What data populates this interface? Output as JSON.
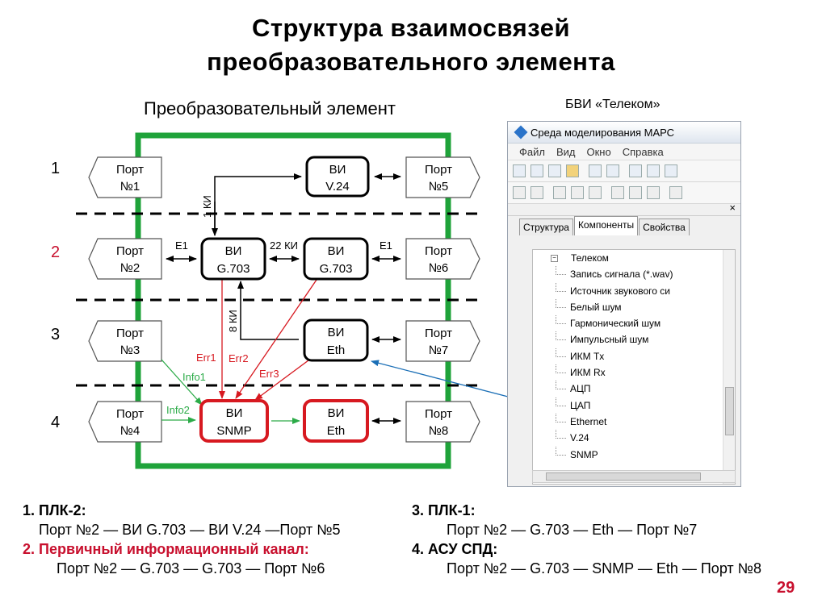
{
  "title": {
    "line1": "Структура взаимосвязей",
    "line2": "преобразовательного элемента"
  },
  "converter_label": "Преобразовательный элемент",
  "bvi_label": "БВИ «Телеком»",
  "diagram": {
    "row_numbers": [
      "1",
      "2",
      "3",
      "4"
    ],
    "row_number_colors": [
      "#000000",
      "#c8102e",
      "#000000",
      "#000000"
    ],
    "ports_left": [
      {
        "l1": "Порт",
        "l2": "№1"
      },
      {
        "l1": "Порт",
        "l2": "№2"
      },
      {
        "l1": "Порт",
        "l2": "№3"
      },
      {
        "l1": "Порт",
        "l2": "№4"
      }
    ],
    "ports_right": [
      {
        "l1": "Порт",
        "l2": "№5"
      },
      {
        "l1": "Порт",
        "l2": "№6"
      },
      {
        "l1": "Порт",
        "l2": "№7"
      },
      {
        "l1": "Порт",
        "l2": "№8"
      }
    ],
    "blocks": {
      "v24": {
        "l1": "ВИ",
        "l2": "V.24"
      },
      "g703_a": {
        "l1": "ВИ",
        "l2": "G.703"
      },
      "g703_b": {
        "l1": "ВИ",
        "l2": "G.703"
      },
      "eth_top": {
        "l1": "ВИ",
        "l2": "Eth"
      },
      "snmp": {
        "l1": "ВИ",
        "l2": "SNMP"
      },
      "eth_bottom": {
        "l1": "ВИ",
        "l2": "Eth"
      }
    },
    "labels": {
      "ki1": "1 КИ",
      "ki22": "22 КИ",
      "ki8": "8 КИ",
      "e1_left": "E1",
      "e1_right": "E1",
      "err1": "Err1",
      "err2": "Err2",
      "err3": "Err3",
      "info1": "Info1",
      "info2": "Info2"
    },
    "colors": {
      "frame": "#1fa33a",
      "red": "#d71920",
      "green": "#2cab48",
      "blue": "#1b6fb6"
    }
  },
  "window": {
    "title": "Среда моделирования МАРС",
    "menu": [
      "Файл",
      "Вид",
      "Окно",
      "Справка"
    ],
    "tabs": [
      "Структура",
      "Компоненты",
      "Свойства"
    ],
    "active_tab": 1,
    "tree_root": "Телеком",
    "tree_items": [
      "Запись сигнала (*.wav)",
      "Источник звукового си",
      "Белый шум",
      "Гармонический шум",
      "Импульсный шум",
      "ИКМ Tx",
      "ИКМ Rx",
      "АЦП",
      "ЦАП",
      "Ethernet",
      "V.24",
      "SNMP"
    ],
    "close_glyph": "×"
  },
  "notes": {
    "n1_head": "1. ПЛК-2:",
    "n1_body": "Порт №2 — ВИ G.703 — ВИ V.24 —Порт №5",
    "n2_head": "2. Первичный информационный канал:",
    "n2_body": "Порт №2 — G.703 — G.703 — Порт №6",
    "n3_head": "3. ПЛК-1:",
    "n3_body": "Порт №2 — G.703 — Eth — Порт №7",
    "n4_head": "4. АСУ СПД:",
    "n4_body": "Порт №2 — G.703 — SNMP — Eth — Порт №8"
  },
  "page_number": "29"
}
